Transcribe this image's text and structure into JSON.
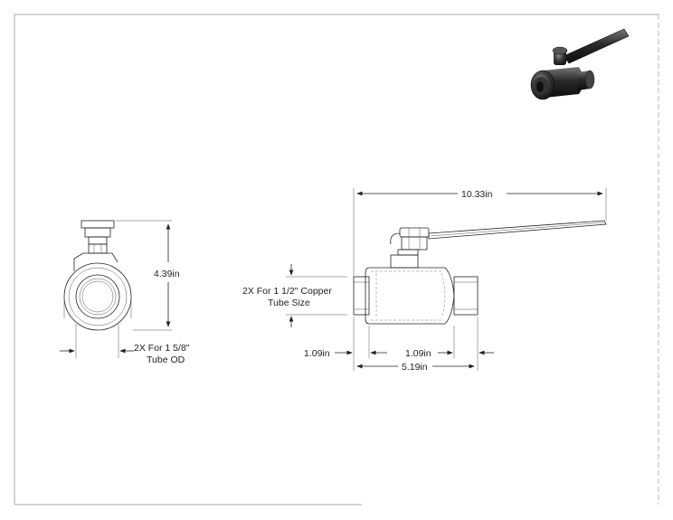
{
  "dimensions": {
    "overall_length": "10.33in",
    "height": "4.39in",
    "end_left": "1.09in",
    "end_right": "1.09in",
    "body_length": "5.19in",
    "end_note_line1": "2X For 1 5/8\"",
    "end_note_line2": "Tube OD",
    "side_note_line1": "2X For 1 1/2\" Copper",
    "side_note_line2": "Tube Size"
  },
  "render_icon": "ball-valve-3d-icon"
}
